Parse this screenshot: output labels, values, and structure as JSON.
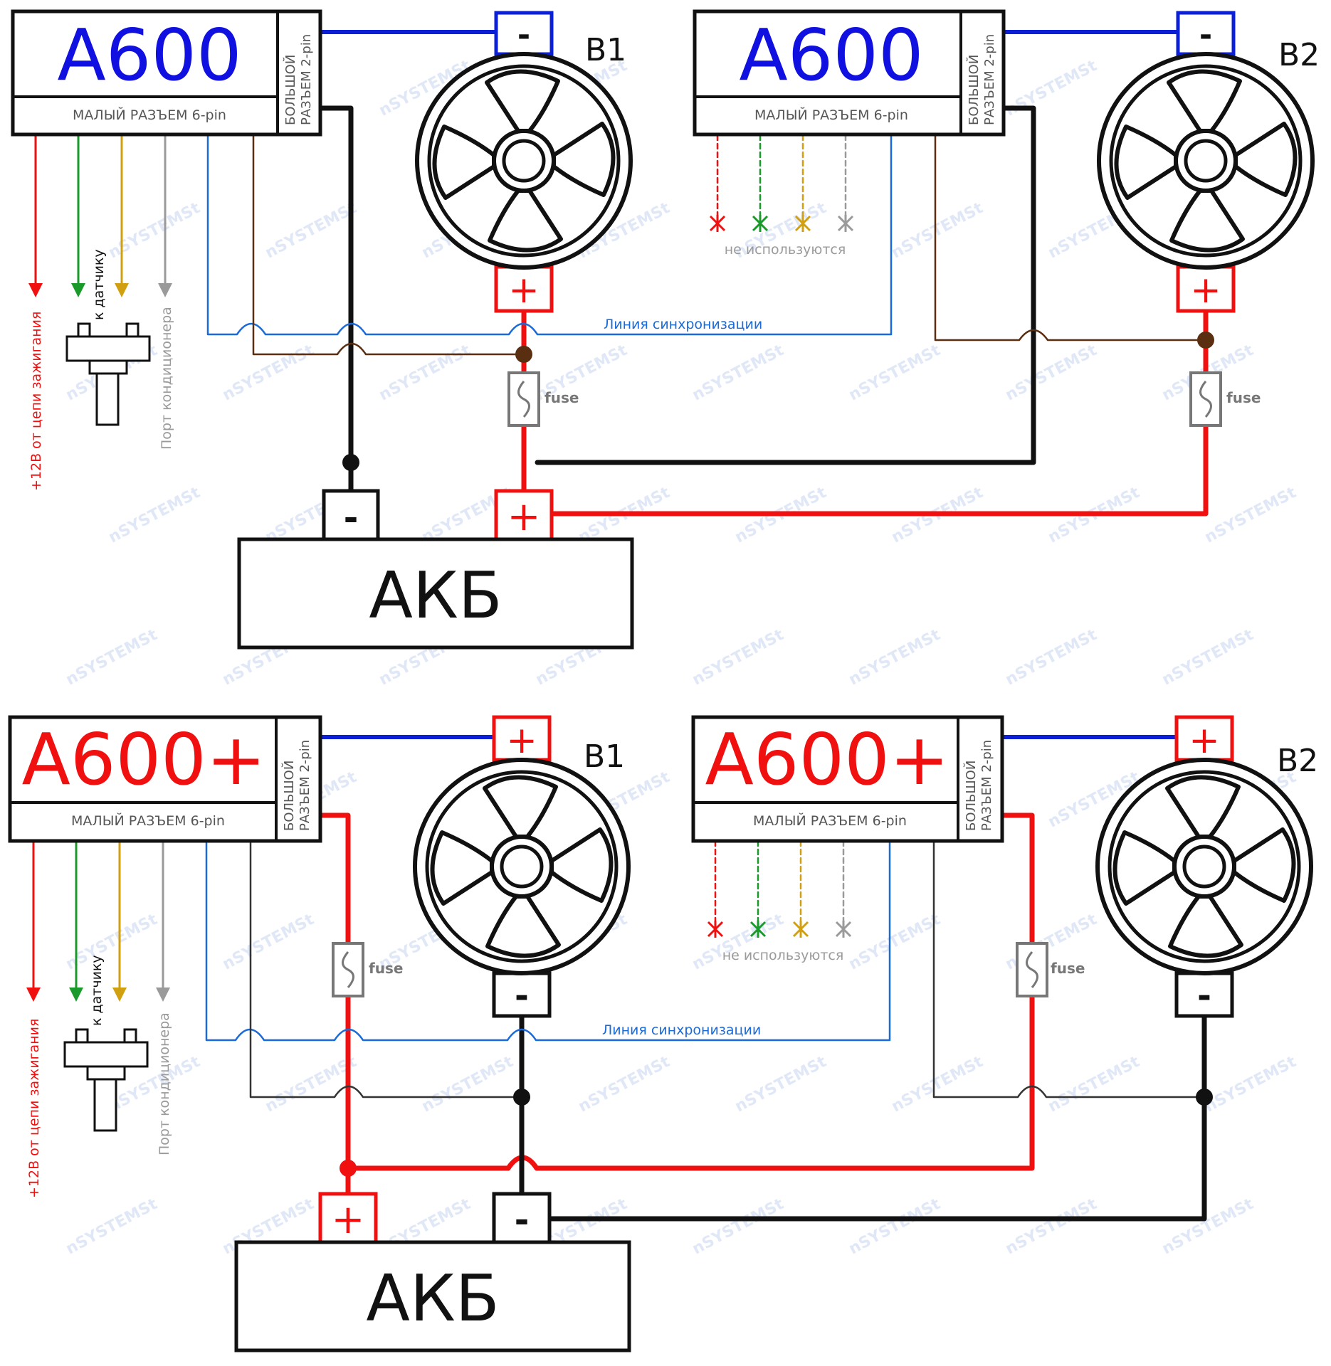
{
  "colors": {
    "blue_wire": "#0a1fd6",
    "red_wire": "#f01010",
    "black_wire": "#111111",
    "brown_wire": "#5a2e10",
    "sync_wire": "#1a6ad8",
    "green_wire": "#1a9a2a",
    "yellow_wire": "#d0a010",
    "gray_wire": "#9a9a9a",
    "a600_title": "#1010e0",
    "a600plus_title": "#f01010",
    "watermark": "#c8d4f0"
  },
  "watermark": "nSYSTEMSt",
  "diagrams": [
    {
      "controller_title": "A600",
      "controller_small_connector": "МАЛЫЙ РАЗЪЕМ 6-pin",
      "controller_big_connector_line1": "БОЛЬШОЙ",
      "controller_big_connector_line2": "РАЗЪЕМ 2-pin",
      "controller2_title": "A600",
      "controller2_small_connector": "МАЛЫЙ РАЗЪЕМ 6-pin",
      "controller2_big_connector_line1": "БОЛЬШОЙ",
      "controller2_big_connector_line2": "РАЗЪЕМ 2-pin",
      "fan1_label": "B1",
      "fan2_label": "B2",
      "fan1_top_terminal": "-",
      "fan1_bottom_terminal": "+",
      "fan2_top_terminal": "-",
      "fan2_bottom_terminal": "+",
      "fuse1_label": "fuse",
      "fuse2_label": "fuse",
      "battery_label": "АКБ",
      "battery_left_terminal": "-",
      "battery_right_terminal": "+",
      "sync_line_label": "Линия синхронизации",
      "ignition_label": "+12В от цепи зажигания",
      "sensor_label": "к датчику",
      "ac_port_label": "Порт кондиционера",
      "unused_label": "не используются"
    },
    {
      "controller_title": "A600+",
      "controller_small_connector": "МАЛЫЙ РАЗЪЕМ 6-pin",
      "controller_big_connector_line1": "БОЛЬШОЙ",
      "controller_big_connector_line2": "РАЗЪЕМ 2-pin",
      "controller2_title": "A600+",
      "controller2_small_connector": "МАЛЫЙ РАЗЪЕМ 6-pin",
      "controller2_big_connector_line1": "БОЛЬШОЙ",
      "controller2_big_connector_line2": "РАЗЪЕМ 2-pin",
      "fan1_label": "B1",
      "fan2_label": "B2",
      "fan1_top_terminal": "+",
      "fan1_bottom_terminal": "-",
      "fan2_top_terminal": "+",
      "fan2_bottom_terminal": "-",
      "fuse1_label": "fuse",
      "fuse2_label": "fuse",
      "battery_label": "АКБ",
      "battery_left_terminal": "+",
      "battery_right_terminal": "-",
      "sync_line_label": "Линия синхронизации",
      "ignition_label": "+12В от цепи зажигания",
      "sensor_label": "к датчику",
      "ac_port_label": "Порт кондиционера",
      "unused_label": "не используются"
    }
  ]
}
